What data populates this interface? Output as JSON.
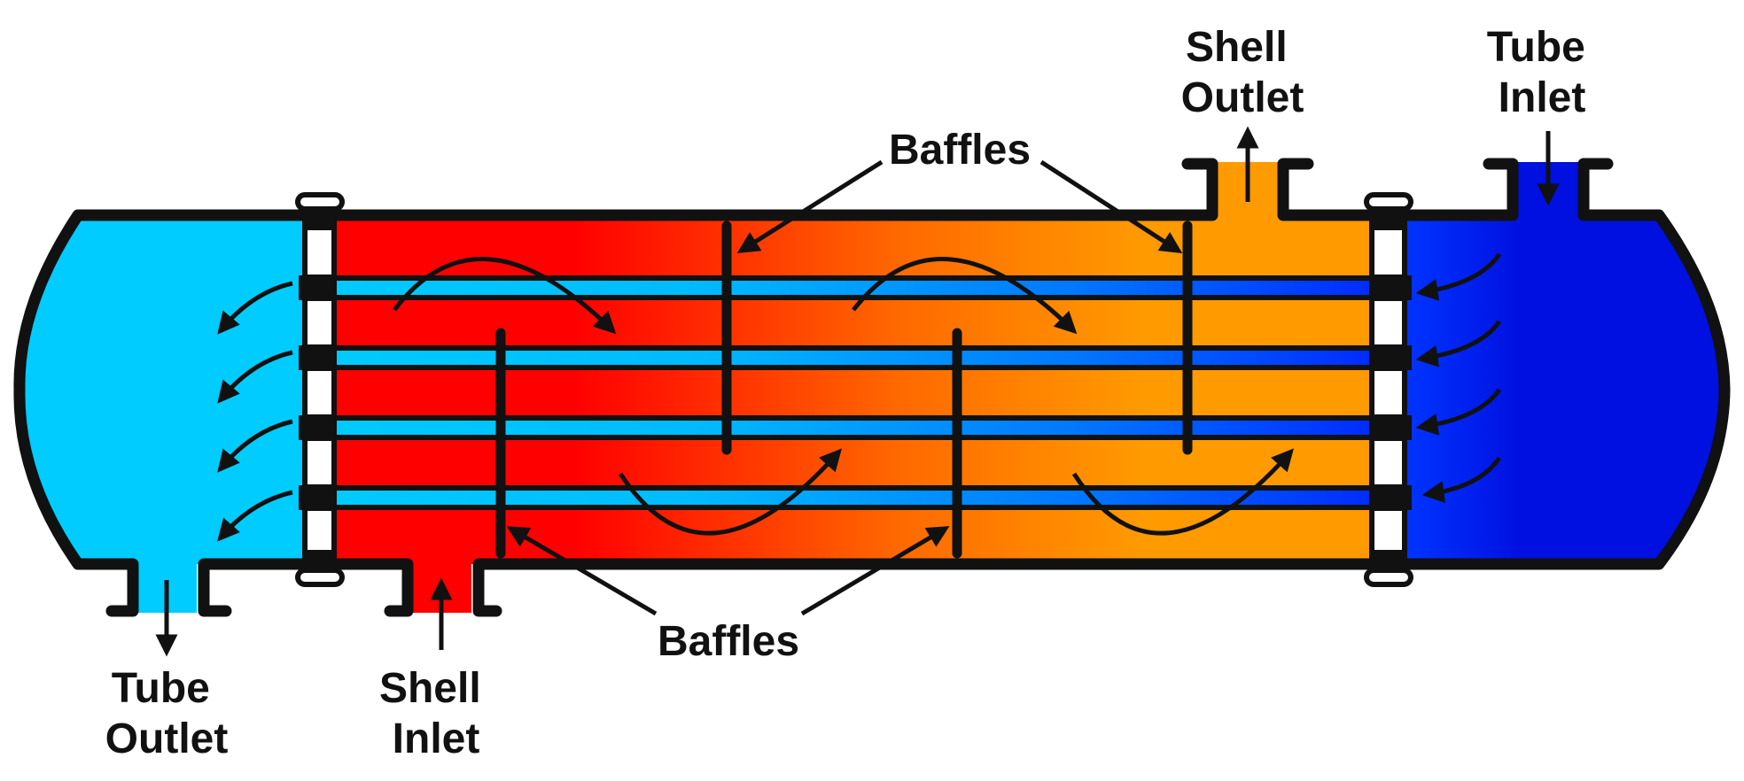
{
  "labels": {
    "shell_outlet": [
      "Shell",
      "Outlet"
    ],
    "tube_inlet": [
      "Tube",
      "Inlet"
    ],
    "baffles_top": "Baffles",
    "baffles_bottom": "Baffles",
    "tube_outlet": [
      "Tube",
      "Outlet"
    ],
    "shell_inlet": [
      "Shell",
      "Inlet"
    ]
  },
  "colors": {
    "tube_outlet_fluid": "#00CCFF",
    "tube_inlet_fluid": "#0010E0",
    "shell_hot": "#FF0000",
    "shell_mid": "#FF6A00",
    "shell_cool": "#FF9A00",
    "outline": "#111111",
    "tube_sheet": "#FFFFFF"
  },
  "icons": {
    "flow_arrow": "curved-arrow-icon",
    "nozzle_arrow": "straight-arrow-icon"
  }
}
